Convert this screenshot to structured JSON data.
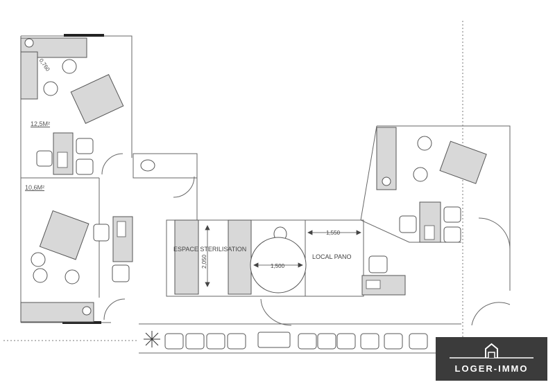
{
  "rooms": {
    "office_1_area": "12,5M²",
    "office_2_area": "10,6M²",
    "sterilization": "ESPACE STERILISATION",
    "local_pano": "LOCAL PANO"
  },
  "dimensions": {
    "diag_arc": "0,760",
    "steril_vertical": "2,050",
    "turning_circle": "1,500",
    "pano_width": "1,550"
  },
  "logo": {
    "text": "LOGER-IMMO",
    "icon": "house-icon"
  },
  "colors": {
    "wall": "#555555",
    "fixture": "#d8d8d8",
    "logo_bg": "#3b3b3b"
  }
}
